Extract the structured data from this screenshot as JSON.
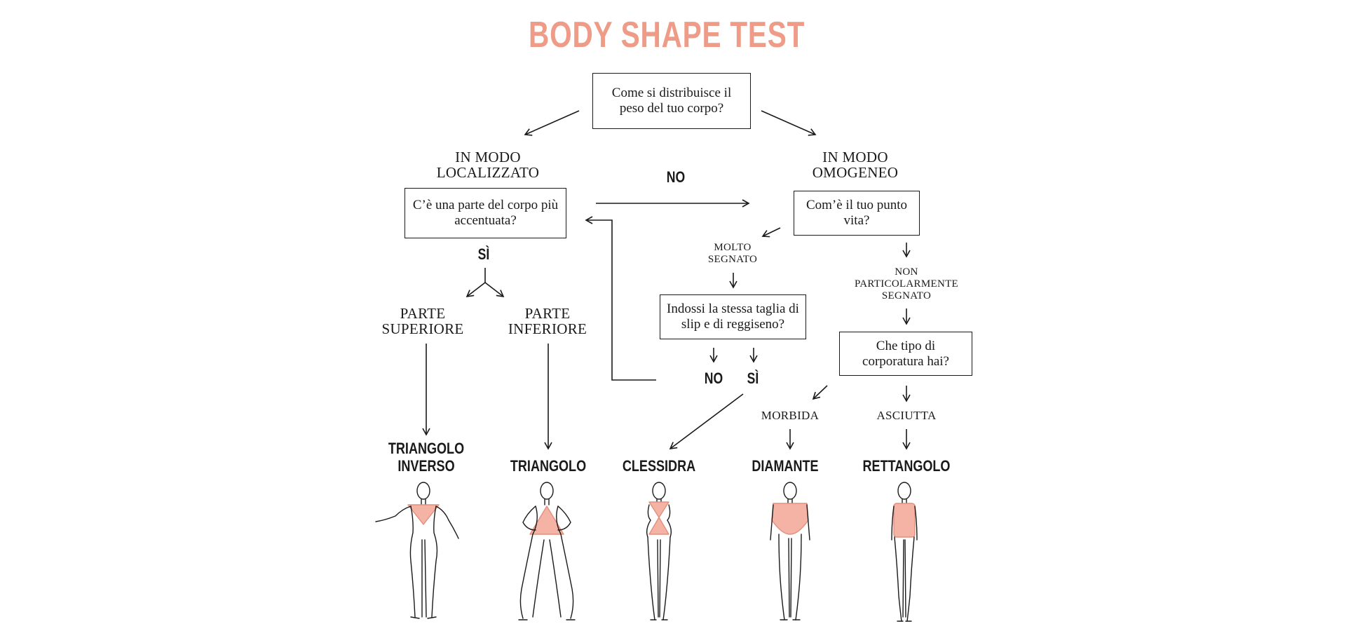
{
  "title": "BODY SHAPE TEST",
  "colors": {
    "accent": "#ee9b88",
    "accent_fill": "#f4b3a4",
    "ink": "#1a1a1a"
  },
  "questions": {
    "q1": "Come si distribuisce il peso del tuo corpo?",
    "q2": "C’è una parte del corpo più accentuata?",
    "q3": "Com’è il tuo punto vita?",
    "q4": "Indossi la stessa taglia di slip e di reggiseno?",
    "q5": "Che tipo di corporatura hai?"
  },
  "labels": {
    "localizzato": "IN MODO\nLOCALIZZATO",
    "omogeneo": "IN MODO\nOMOGENEO",
    "superiore": "PARTE\nSUPERIORE",
    "inferiore": "PARTE\nINFERIORE",
    "molto_segnato": "MOLTO\nSEGNATO",
    "non_segnato": "NON\nPARTICOLARMENTE\nSEGNATO",
    "morbida": "MORBIDA",
    "asciutta": "ASCIUTTA"
  },
  "answers": {
    "no_top": "NO",
    "si_left": "SÌ",
    "no_mid": "NO",
    "si_mid": "SÌ"
  },
  "shapes": {
    "triangolo_inverso": "TRIANGOLO\nINVERSO",
    "triangolo": "TRIANGOLO",
    "clessidra": "CLESSIDRA",
    "diamante": "DIAMANTE",
    "rettangolo": "RETTANGOLO"
  },
  "icons": {
    "figure_1": "inverted-triangle-figure-icon",
    "figure_2": "triangle-figure-icon",
    "figure_3": "hourglass-figure-icon",
    "figure_4": "diamond-figure-icon",
    "figure_5": "rectangle-figure-icon"
  }
}
